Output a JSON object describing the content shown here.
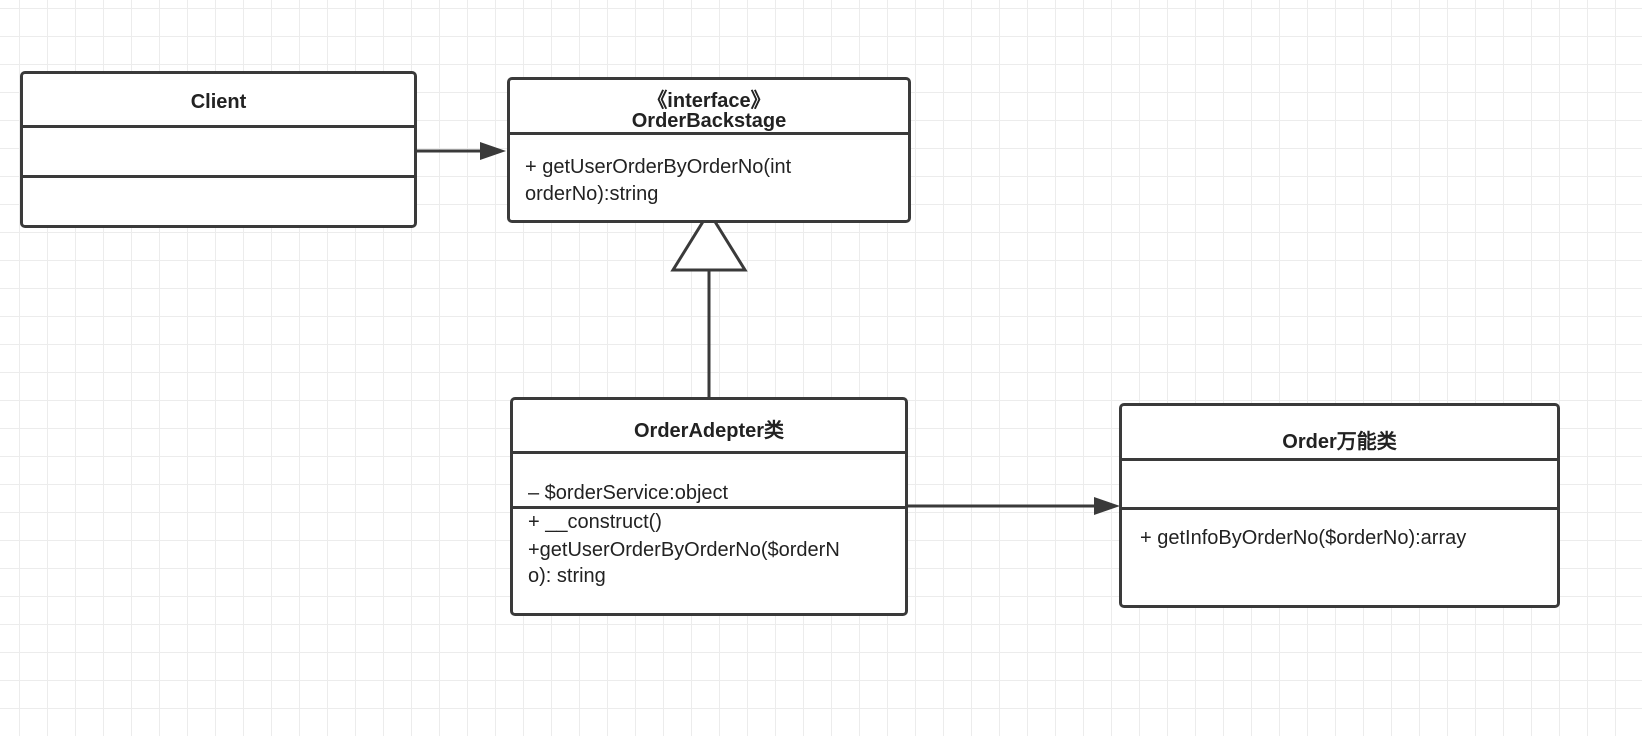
{
  "classes": {
    "client": {
      "name": "Client"
    },
    "order_backstage": {
      "stereotype": "《interface》",
      "name": "OrderBackstage",
      "methods": [
        "+ getUserOrderByOrderNo(int",
        "orderNo):string"
      ]
    },
    "order_adepter": {
      "name": "OrderAdepter类",
      "attributes": [
        "– $orderService:object"
      ],
      "methods": [
        "+ __construct()",
        "+getUserOrderByOrderNo($orderN",
        "o): string"
      ]
    },
    "order": {
      "name": "Order万能类",
      "methods": [
        "+ getInfoByOrderNo($orderNo):array"
      ]
    }
  },
  "relations": [
    {
      "from": "Client",
      "to": "OrderBackstage",
      "type": "association"
    },
    {
      "from": "OrderAdepter类",
      "to": "OrderBackstage",
      "type": "realization"
    },
    {
      "from": "OrderAdepter类",
      "to": "Order万能类",
      "type": "association"
    }
  ],
  "colors": {
    "line": "#3a3a3a",
    "grid": "#ececec"
  }
}
